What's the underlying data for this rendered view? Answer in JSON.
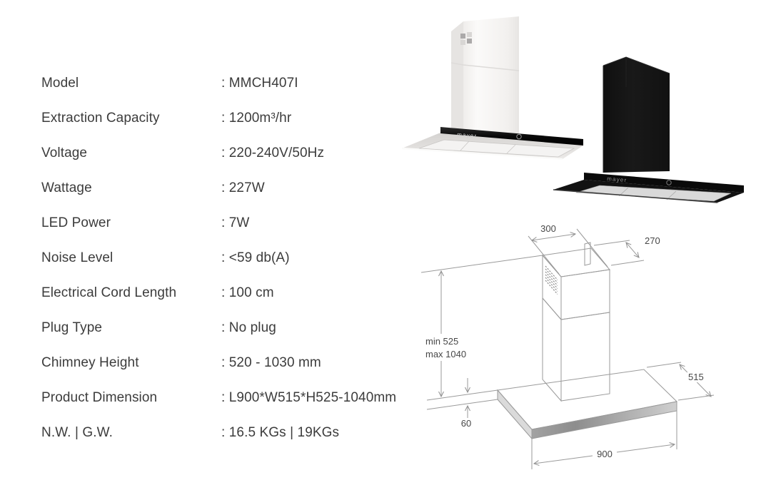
{
  "specs": {
    "rows": [
      {
        "label": "Model",
        "value": ": MMCH407I"
      },
      {
        "label": "Extraction Capacity",
        "value": ": 1200m³/hr"
      },
      {
        "label": "Voltage",
        "value": ": 220-240V/50Hz"
      },
      {
        "label": "Wattage",
        "value": ": 227W"
      },
      {
        "label": "LED Power",
        "value": ": 7W"
      },
      {
        "label": "Noise Level",
        "value": ": <59 db(A)"
      },
      {
        "label": "Electrical Cord Length",
        "value": ": 100 cm"
      },
      {
        "label": "Plug Type",
        "value": ": No plug"
      },
      {
        "label": "Chimney Height",
        "value": ": 520 - 1030 mm"
      },
      {
        "label": "Product Dimension",
        "value": ": L900*W515*H525-1040mm"
      },
      {
        "label": "N.W. | G.W.",
        "value": ": 16.5 KGs | 19KGs"
      }
    ]
  },
  "brand": {
    "logo": "mayer"
  },
  "diagram": {
    "width_top": "300",
    "depth_top": "270",
    "height_min": "min 525",
    "height_max": "max 1040",
    "body_height": "60",
    "base_depth": "515",
    "base_width": "900"
  },
  "colors": {
    "spec_text": "#3c3c3c",
    "drawing_line": "#9a9a9a",
    "panel_black": "#0d0d0d",
    "hood_white": "#f4f3f1",
    "hood_black": "#161616"
  }
}
